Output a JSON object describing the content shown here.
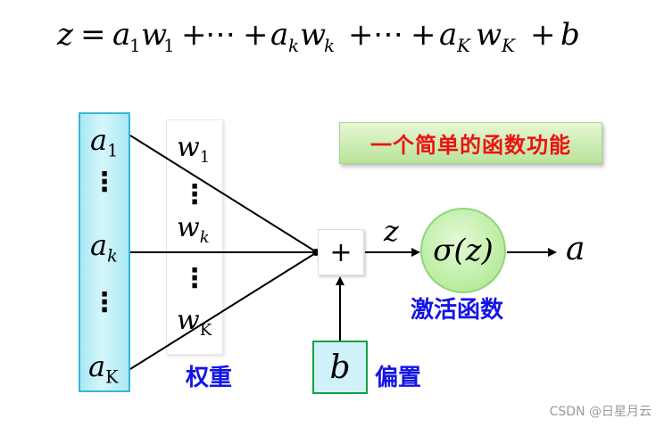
{
  "formula": {
    "z": "z",
    "eq": "=",
    "plus": "+",
    "dots": "⋯",
    "a": "a",
    "w": "w",
    "b": "b",
    "sub_1": "1",
    "sub_k": "k",
    "sub_K": "K"
  },
  "inputs": {
    "symbol": "a",
    "subs": [
      "1",
      "k",
      "K"
    ],
    "vdots": "⋮"
  },
  "weights": {
    "symbol": "w",
    "subs": [
      "1",
      "k",
      "K"
    ],
    "vdots": "⋮",
    "label": "权重"
  },
  "summation": {
    "symbol": "+",
    "output": "z"
  },
  "activation": {
    "text": "σ(z)",
    "label": "激活函数",
    "output": "a"
  },
  "bias": {
    "symbol": "b",
    "label": "偏置"
  },
  "title": "一个简单的函数功能",
  "watermark": "CSDN @日星月云",
  "colors": {
    "title_text": "#ee1111",
    "label_text": "#1414e6",
    "inputs_fill": "#a8e8f5",
    "inputs_border": "#3ab4d6",
    "bias_border": "#12a043",
    "circle_fill": "#bfeea6"
  }
}
